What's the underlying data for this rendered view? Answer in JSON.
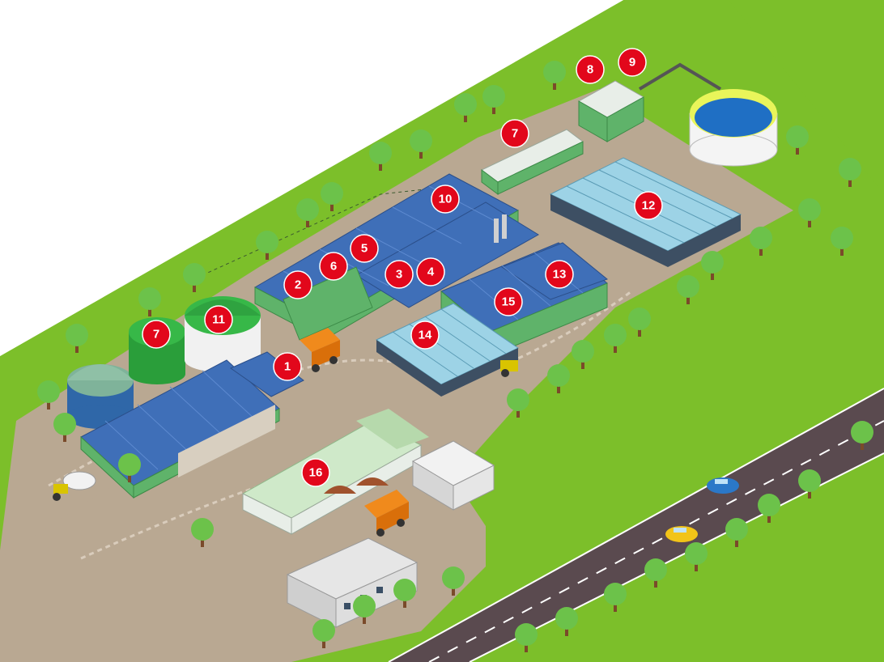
{
  "markers": [
    {
      "label": "1"
    },
    {
      "label": "2"
    },
    {
      "label": "3"
    },
    {
      "label": "4"
    },
    {
      "label": "5"
    },
    {
      "label": "6"
    },
    {
      "label": "7"
    },
    {
      "label": "7"
    },
    {
      "label": "8"
    },
    {
      "label": "9"
    },
    {
      "label": "10"
    },
    {
      "label": "11"
    },
    {
      "label": "12"
    },
    {
      "label": "13"
    },
    {
      "label": "14"
    },
    {
      "label": "15"
    },
    {
      "label": "16"
    }
  ],
  "colors": {
    "grass": "#7cbf2a",
    "ground": "#b9a892",
    "road": "#5a4a4f",
    "marker": "#e2071b",
    "roof": "#3f6fb8",
    "wall": "#5fb36a",
    "water": "#1f6fc4"
  }
}
